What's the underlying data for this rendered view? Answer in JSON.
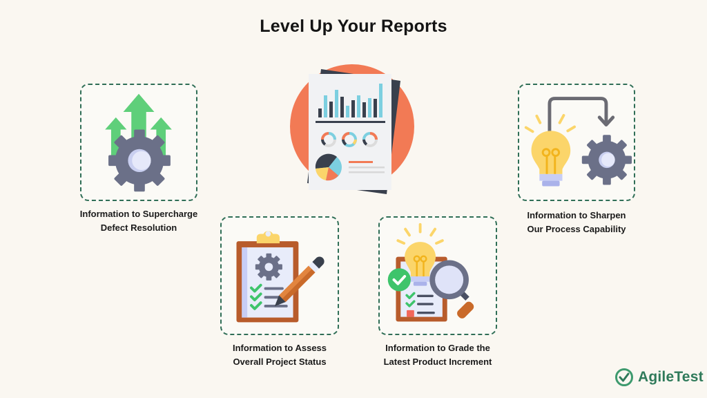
{
  "title": "Level Up Your Reports",
  "cards": [
    {
      "label_line1": "Information to Supercharge",
      "label_line2": "Defect Resolution",
      "icon": "gear-with-up-arrows-icon"
    },
    {
      "label_line1": "Information to Sharpen",
      "label_line2": "Our Process Capability",
      "icon": "lightbulb-to-gear-icon"
    },
    {
      "label_line1": "Information to Assess",
      "label_line2": "Overall Project Status",
      "icon": "clipboard-pencil-icon"
    },
    {
      "label_line1": "Information to Grade the",
      "label_line2": "Latest Product Increment",
      "icon": "clipboard-magnifier-icon"
    }
  ],
  "hero": {
    "icon": "report-document-icon"
  },
  "brand": {
    "name": "AgileTest",
    "color": "#2f7a5a"
  },
  "colors": {
    "background": "#faf7f1",
    "card_border": "#2f6e56",
    "accent_orange": "#f27a55",
    "gear_gray": "#6b7088",
    "green": "#5fcf7a",
    "yellow": "#fbd56a",
    "teal": "#7ccfe0",
    "dark": "#39404d"
  }
}
